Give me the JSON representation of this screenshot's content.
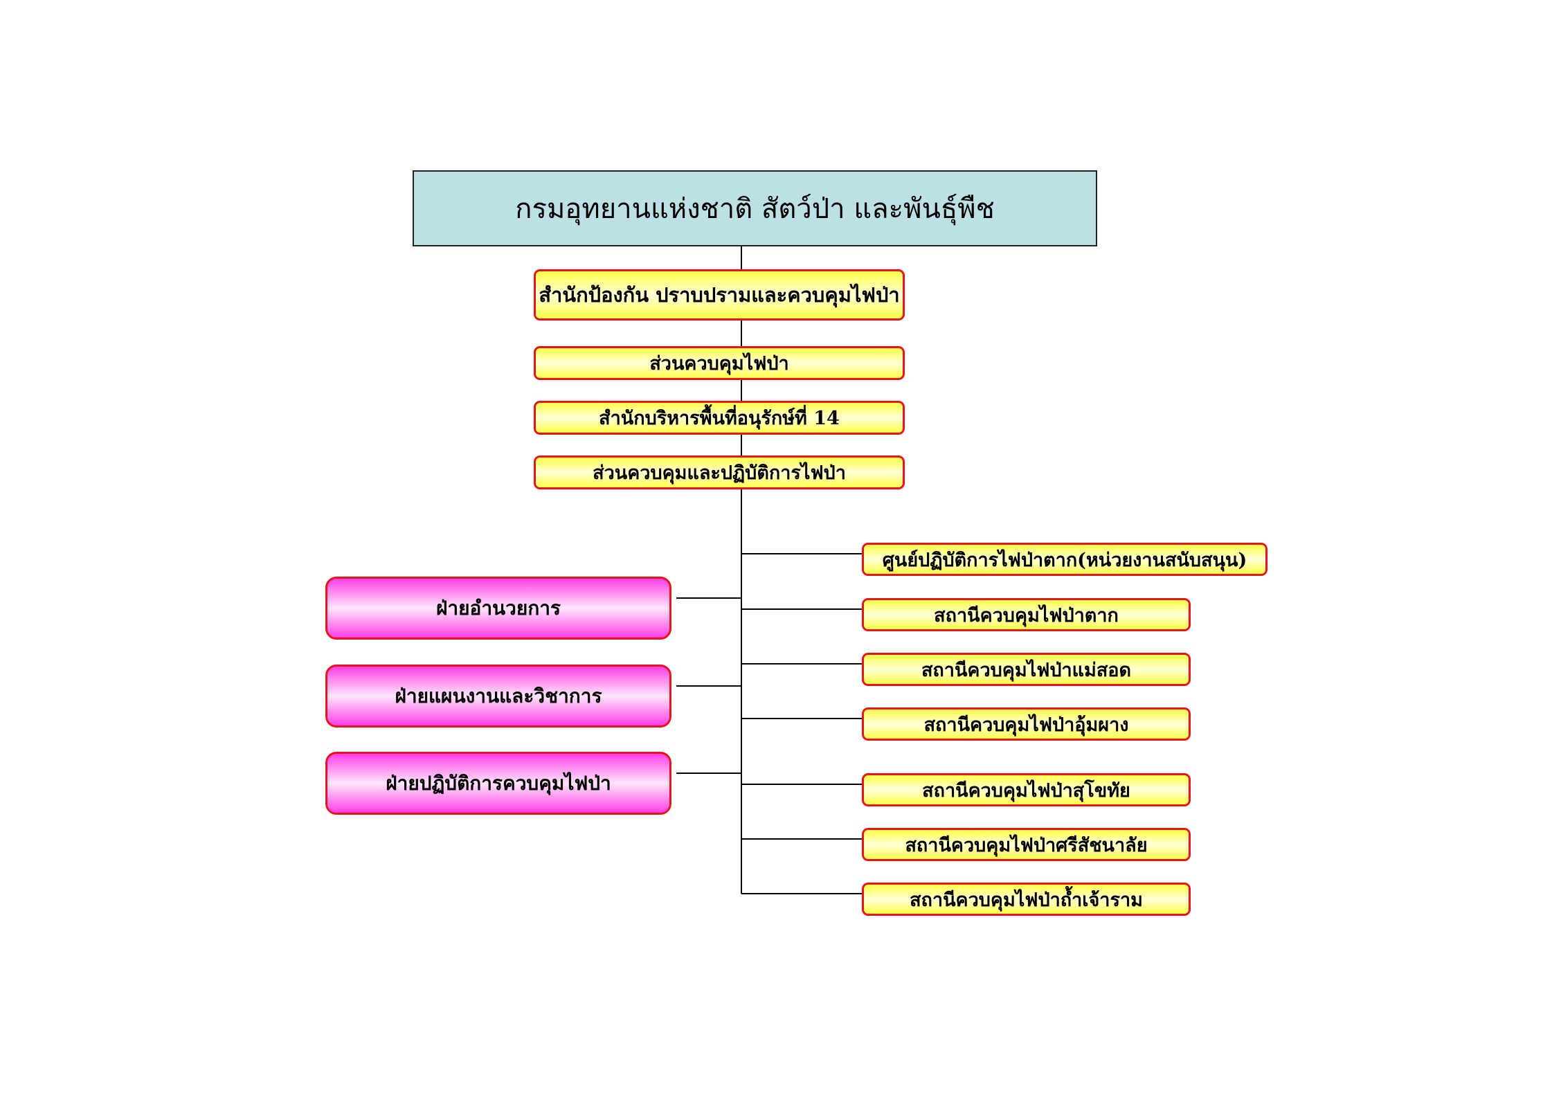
{
  "department": "กรมอุทยานแห่งชาติ สัตว์ป่า และพันธุ์พืช",
  "chain": [
    "สำนักป้องกัน ปราบปรามและควบคุมไฟป่า",
    "ส่วนควบคุมไฟป่า",
    "สำนักบริหารพื้นที่อนุรักษ์ที่ 14",
    "ส่วนควบคุมและปฏิบัติการไฟป่า"
  ],
  "stations": [
    "ศูนย์ปฏิบัติการไฟป่าตาก(หน่วยงานสนับสนุน)",
    "สถานีควบคุมไฟป่าตาก",
    "สถานีควบคุมไฟป่าแม่สอด",
    "สถานีควบคุมไฟป่าอุ้มผาง",
    "สถานีควบคุมไฟป่าสุโขทัย",
    "สถานีควบคุมไฟป่าศรีสัชนาลัย",
    "สถานีควบคุมไฟป่าถ้ำเจ้าราม"
  ],
  "sections": [
    "ฝ่ายอำนวยการ",
    "ฝ่ายแผนงานและวิชาการ",
    "ฝ่ายปฏิบัติการควบคุมไฟป่า"
  ],
  "colors": {
    "top_fill": "#bde0e4",
    "box_border": "#e8141c",
    "station_fill": "#ffff48",
    "section_fill": "#ff3ee6",
    "line": "#000000"
  }
}
